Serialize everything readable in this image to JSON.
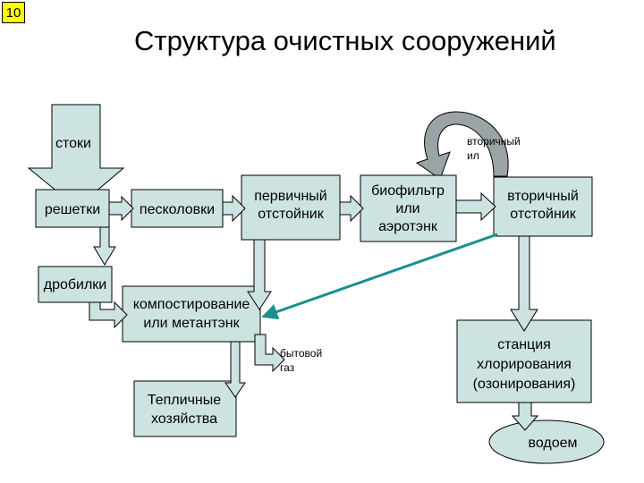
{
  "slide_number": "10",
  "title": "Структура очистных сооружений",
  "nodes": {
    "stoki": "стоки",
    "reshetki": "решетки",
    "peskolovki": "песколовки",
    "pervichny": [
      "первичный",
      "отстойник"
    ],
    "biofiltr": [
      "биофильтр",
      "или",
      "аэротэнк"
    ],
    "vtorichny_otstoinik": [
      "вторичный",
      "отстойник"
    ],
    "vtorichny_il": [
      "вторичный",
      "ил"
    ],
    "drobilki": "дробилки",
    "kompost": [
      "компостирование",
      "или метантэнк"
    ],
    "bytovoy_gaz": [
      "бытовой",
      "газ"
    ],
    "teplichnye": [
      "Тепличные",
      "хозяйства"
    ],
    "stanciya": [
      "станция",
      "хлорирования",
      "(озонирования)"
    ],
    "vodoem": "водоем"
  },
  "colors": {
    "box_fill": "#cde3e1",
    "return_arrow": "#1b8f8f",
    "loop_arrow": "#9aa3a6"
  }
}
